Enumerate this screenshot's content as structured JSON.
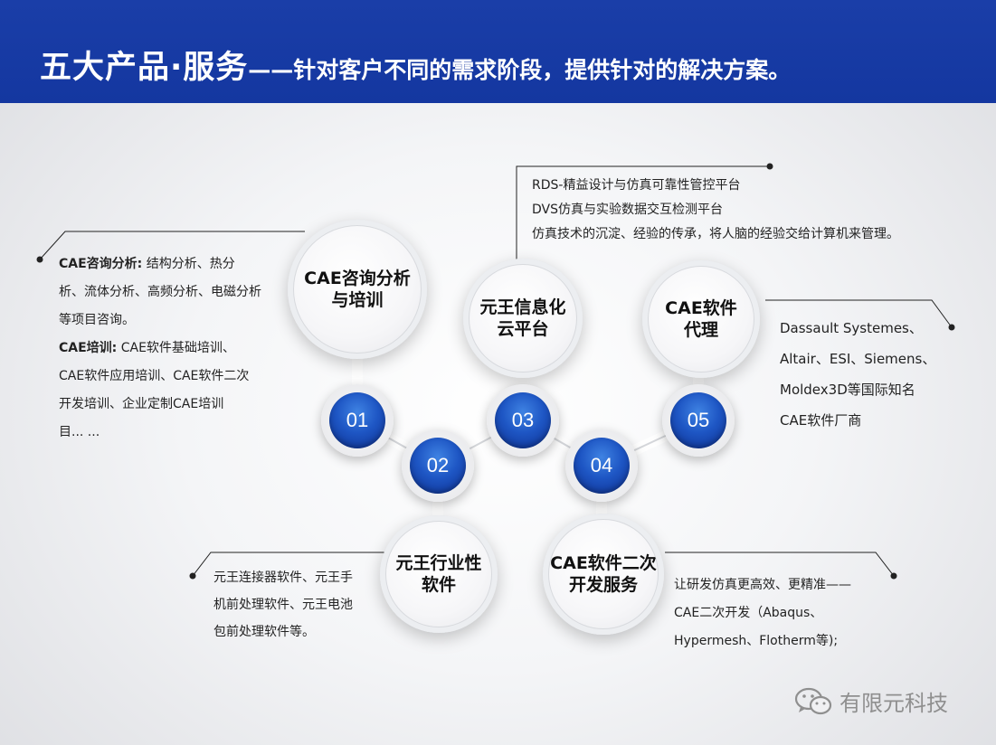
{
  "header": {
    "title_main": "五大产品·服务",
    "title_sub": "——针对客户不同的需求阶段，提供针对的解决方案。"
  },
  "nodes": {
    "n1": {
      "number": "01",
      "label": "CAE咨询分析\n与培训"
    },
    "n2": {
      "number": "02",
      "label": "元王行业性\n软件"
    },
    "n3": {
      "number": "03",
      "label": "元王信息化\n云平台"
    },
    "n4": {
      "number": "04",
      "label": "CAE软件二次\n开发服务"
    },
    "n5": {
      "number": "05",
      "label": "CAE软件\n代理"
    }
  },
  "descriptions": {
    "d1": {
      "lines": [
        {
          "bold": "CAE咨询分析:",
          "text": " 结构分析、热分"
        },
        {
          "bold": "",
          "text": "析、流体分析、高频分析、电磁分析"
        },
        {
          "bold": "",
          "text": "等项目咨询。"
        },
        {
          "bold": "CAE培训:",
          "text": " CAE软件基础培训、"
        },
        {
          "bold": "",
          "text": "CAE软件应用培训、CAE软件二次"
        },
        {
          "bold": "",
          "text": "开发培训、企业定制CAE培训"
        },
        {
          "bold": "",
          "text": "目... ..."
        }
      ]
    },
    "d2": {
      "lines": [
        "元王连接器软件、元王手",
        "机前处理软件、元王电池",
        "包前处理软件等。"
      ]
    },
    "d3": {
      "lines": [
        "RDS-精益设计与仿真可靠性管控平台",
        "DVS仿真与实验数据交互检测平台",
        "仿真技术的沉淀、经验的传承，将人脑的经验交给计算机来管理。"
      ]
    },
    "d4": {
      "lines": [
        "让研发仿真更高效、更精准——",
        "CAE二次开发（Abaqus、",
        "Hypermesh、Flotherm等);"
      ]
    },
    "d5": {
      "lines": [
        "Dassault Systemes、",
        "Altair、ESI、Siemens、",
        "Moldex3D等国际知名",
        "CAE软件厂商"
      ]
    }
  },
  "watermark": {
    "text": "有限元科技",
    "icon": "wechat-icon"
  },
  "colors": {
    "header_bg": "#1437a0",
    "node_blue": "#1e56c4"
  }
}
